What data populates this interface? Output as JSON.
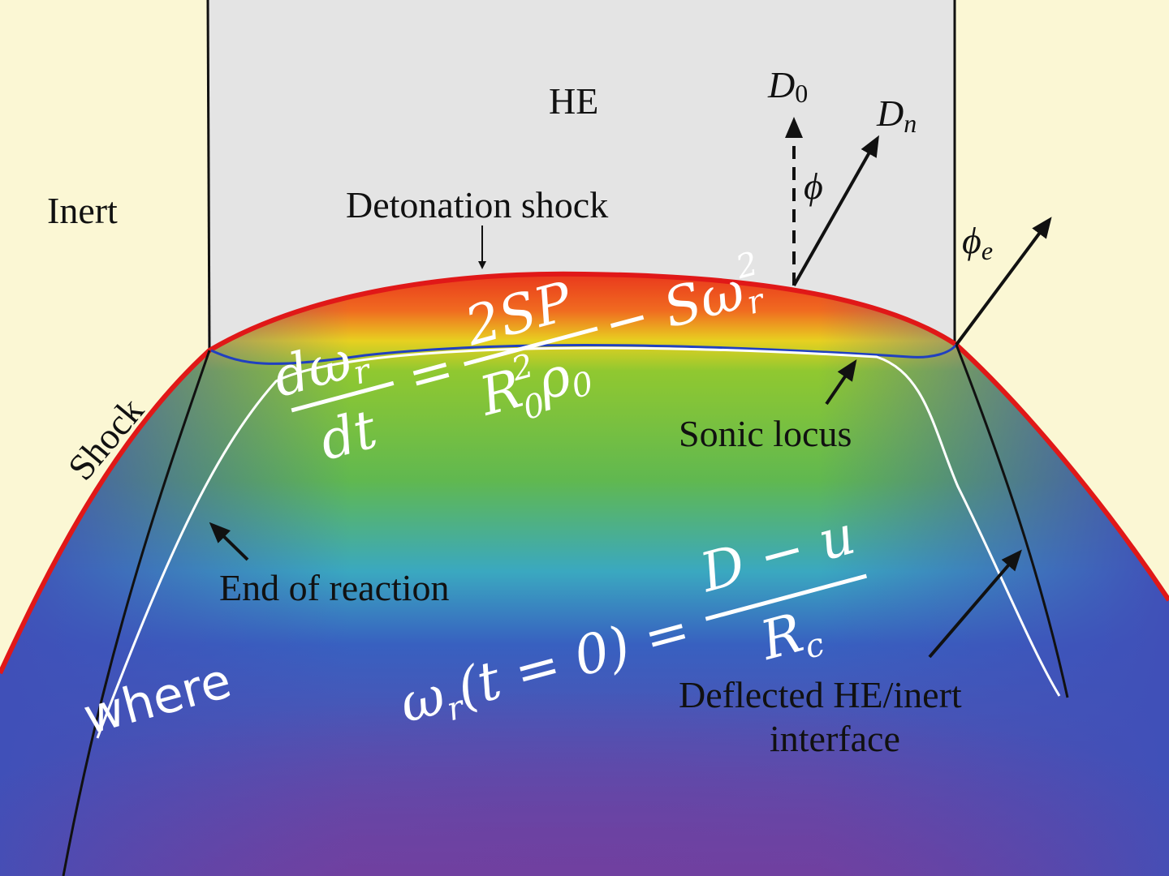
{
  "labels": {
    "he": "HE",
    "inert": "Inert",
    "detonation_shock": "Detonation shock",
    "shock": "Shock",
    "sonic_locus": "Sonic locus",
    "end_of_reaction": "End of reaction",
    "deflected_line1": "Deflected HE/inert",
    "deflected_line2": "interface",
    "d0": "D",
    "d0_sub": "0",
    "dn": "D",
    "dn_sub": "n",
    "phi": "ϕ",
    "phi_e": "ϕ",
    "phi_e_sub": "e"
  },
  "equation1": {
    "lhs_num": "dω",
    "lhs_num_sub": "r",
    "lhs_den": "dt",
    "equals": "=",
    "rhs_num": "2SP",
    "rhs_den": "R",
    "rhs_den_sup": "2",
    "rhs_den_sub": "0",
    "rhs_den_rho": "ρ",
    "rhs_den_rho_sub": "0",
    "minus_term": "− Sω",
    "minus_term_sup": "2",
    "minus_term_sub": "r"
  },
  "where": "where",
  "equation2": {
    "lhs": "ω",
    "lhs_sub": "r",
    "lhs_arg": "(t = 0) =",
    "num": "D − u",
    "den": "R",
    "den_sub": "c"
  },
  "colors": {
    "background": "#fbf7d4",
    "he_region": "#e4e4e4",
    "shock": "#e01818",
    "sonic_locus": "#2040c0",
    "end_of_reaction": "#ffffff"
  }
}
